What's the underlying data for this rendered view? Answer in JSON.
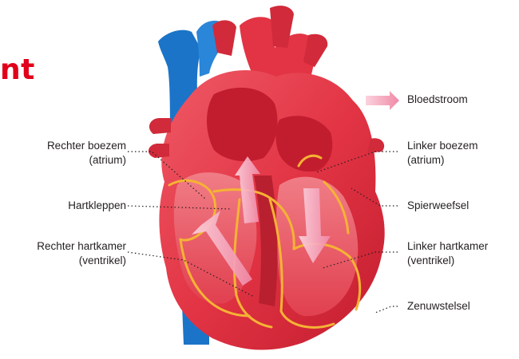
{
  "title_fragment": "nt",
  "colors": {
    "title_red": "#e1001a",
    "heart_red": "#e83a4a",
    "heart_dark": "#b8202f",
    "vein_blue": "#1b74c8",
    "nerve_yellow": "#f5b335",
    "arrow_pink": "#f7a8bd",
    "label_text": "#231f20"
  },
  "labels": {
    "rechter_boezem": {
      "line1": "Rechter boezem",
      "line2": "(atrium)"
    },
    "hartkleppen": {
      "line1": "Hartkleppen"
    },
    "rechter_hartkamer": {
      "line1": "Rechter hartkamer",
      "line2": "(ventrikel)"
    },
    "bloedstroom": {
      "line1": "Bloedstroom"
    },
    "linker_boezem": {
      "line1": "Linker boezem",
      "line2": "(atrium)"
    },
    "spierweefsel": {
      "line1": "Spierweefsel"
    },
    "linker_hartkamer": {
      "line1": "Linker hartkamer",
      "line2": "(ventrikel)"
    },
    "zenuwstelsel": {
      "line1": "Zenuwstelsel"
    }
  }
}
